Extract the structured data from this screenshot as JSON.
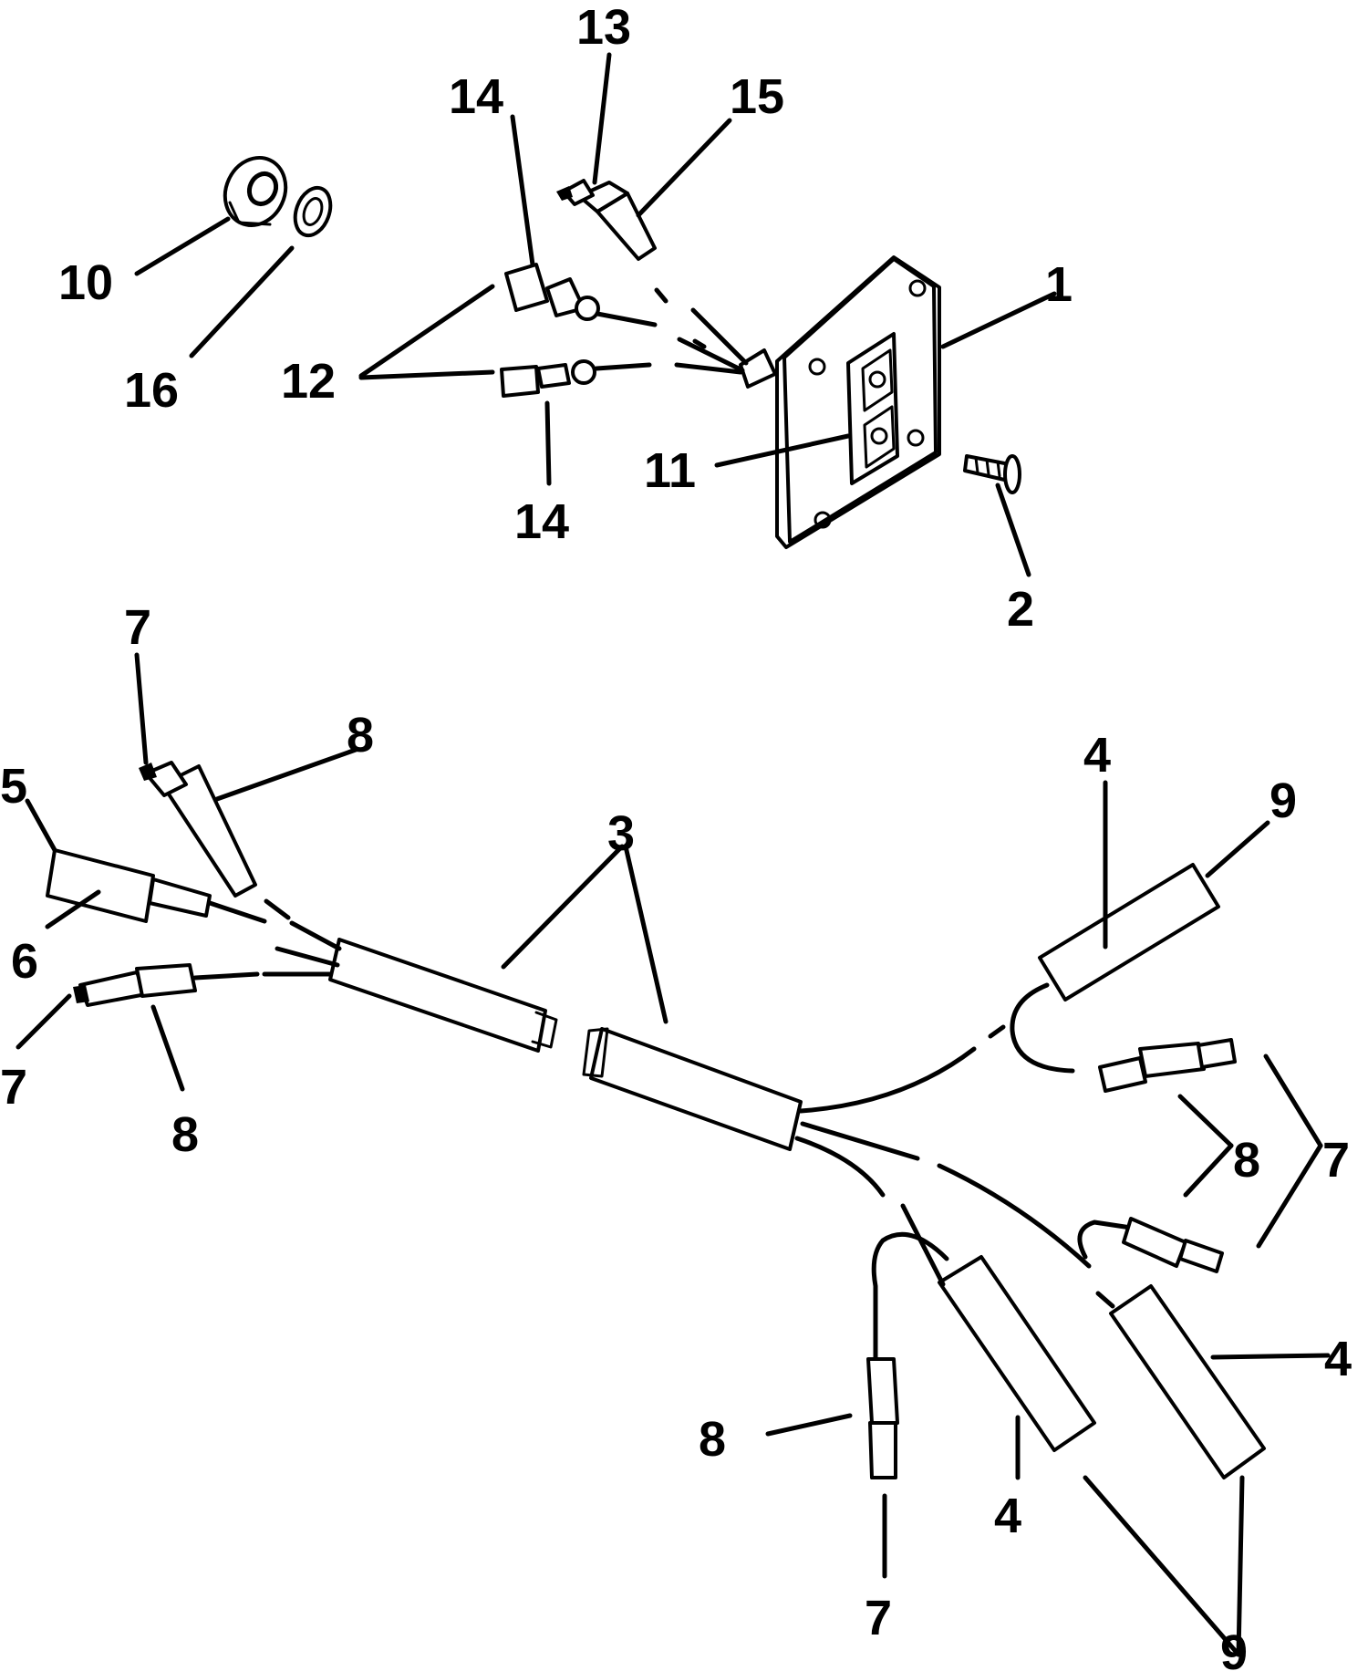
{
  "callouts": [
    {
      "id": "c13-top",
      "text": "13"
    },
    {
      "id": "c15-top",
      "text": "15"
    },
    {
      "id": "c14-top",
      "text": "14"
    },
    {
      "id": "c10",
      "text": "10"
    },
    {
      "id": "c16",
      "text": "16"
    },
    {
      "id": "c12",
      "text": "12"
    },
    {
      "id": "c1",
      "text": "1"
    },
    {
      "id": "c11",
      "text": "11"
    },
    {
      "id": "c14-bottom",
      "text": "14"
    },
    {
      "id": "c2",
      "text": "2"
    },
    {
      "id": "c7-upper-left",
      "text": "7"
    },
    {
      "id": "c8-upper-left",
      "text": "8"
    },
    {
      "id": "c5",
      "text": "5"
    },
    {
      "id": "c6",
      "text": "6"
    },
    {
      "id": "c7-lower-left",
      "text": "7"
    },
    {
      "id": "c8-lower-left",
      "text": "8"
    },
    {
      "id": "c3",
      "text": "3"
    },
    {
      "id": "c4-top",
      "text": "4"
    },
    {
      "id": "c9-top",
      "text": "9"
    },
    {
      "id": "c8-right",
      "text": "8"
    },
    {
      "id": "c7-right",
      "text": "7"
    },
    {
      "id": "c4-right",
      "text": "4"
    },
    {
      "id": "c8-bottom",
      "text": "8"
    },
    {
      "id": "c4-bottom",
      "text": "4"
    },
    {
      "id": "c7-bottom",
      "text": "7"
    },
    {
      "id": "c9-bottom",
      "text": "9"
    }
  ]
}
